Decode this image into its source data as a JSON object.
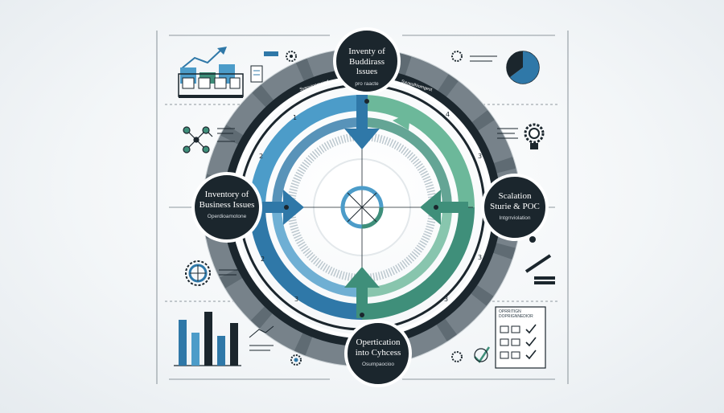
{
  "nodes": {
    "top": {
      "title_line1": "Inventy of",
      "title_line2": "Buddirass lssues",
      "subtitle": "pro raacte"
    },
    "left": {
      "title_line1": "Inventory of",
      "title_line2": "Business Issues",
      "subtitle": "Operdioamotone"
    },
    "right": {
      "title_line1": "Scalation",
      "title_line2": "Sturie & POC",
      "subtitle": "Intgrrviolation"
    },
    "bottom": {
      "title_line1": "Opertication",
      "title_line2": "into Cyhcess",
      "subtitle": "Osumpaocioo"
    }
  },
  "ring_labels": {
    "top_left": "Sysrwionmeind",
    "top_right": "Svvwalhiomgest"
  },
  "segment_numbers": {
    "tl_1": "1",
    "tl_2": "2",
    "tr_4": "4",
    "tr_3": "3",
    "bl_2": "2",
    "bl_3": "3",
    "br_3": "3",
    "br_2": "3"
  },
  "checklist": {
    "header_line1": "OPRRITIGN",
    "header_line2": "DOPRIGNNEDIOR"
  },
  "bar_chart": {
    "values": [
      58,
      42,
      64,
      38,
      50
    ]
  },
  "colors": {
    "dark": "#1b262d",
    "slate": "#5f6b73",
    "slate_light": "#8a959c",
    "blue": "#2f78a8",
    "blue_light": "#4c9cc9",
    "teal": "#3f8f7a",
    "green_light": "#6cb89a"
  }
}
